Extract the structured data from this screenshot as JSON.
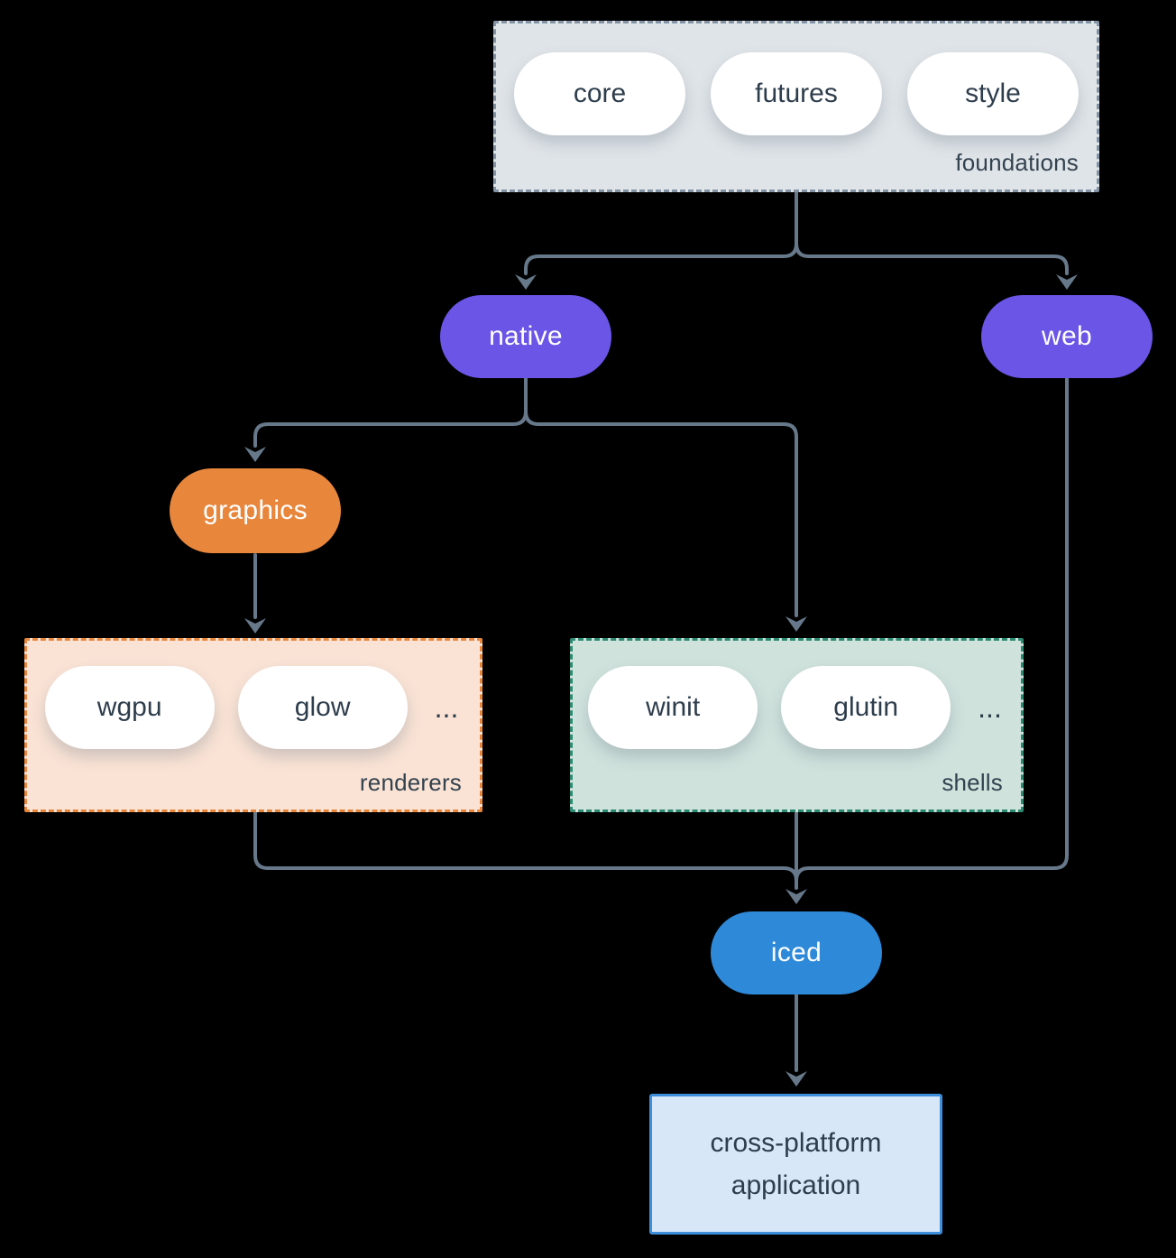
{
  "canvas": {
    "background": "#000000",
    "connector_color": "#66788a",
    "text_dark": "#2e3d4c",
    "text_light": "#ffffff"
  },
  "foundations_group": {
    "label": "foundations",
    "pills": [
      "core",
      "futures",
      "style"
    ],
    "bg": "#dfe4e8",
    "border_color": "#8494a5"
  },
  "native_node": {
    "label": "native",
    "bg": "#6a55e6"
  },
  "web_node": {
    "label": "web",
    "bg": "#6a55e6"
  },
  "graphics_node": {
    "label": "graphics",
    "bg": "#e8863c"
  },
  "renderers_group": {
    "label": "renderers",
    "pills": [
      "wgpu",
      "glow"
    ],
    "ellipsis": "...",
    "bg": "#fae3d5",
    "border_color": "#e8873c"
  },
  "shells_group": {
    "label": "shells",
    "pills": [
      "winit",
      "glutin"
    ],
    "ellipsis": "...",
    "bg": "#cfe2dc",
    "border_color": "#2b8a71"
  },
  "iced_node": {
    "label": "iced",
    "bg": "#2e89d9"
  },
  "application_node": {
    "line1": "cross-platform",
    "line2": "application",
    "bg": "#d7e7f8",
    "border_color": "#3e8edb"
  }
}
